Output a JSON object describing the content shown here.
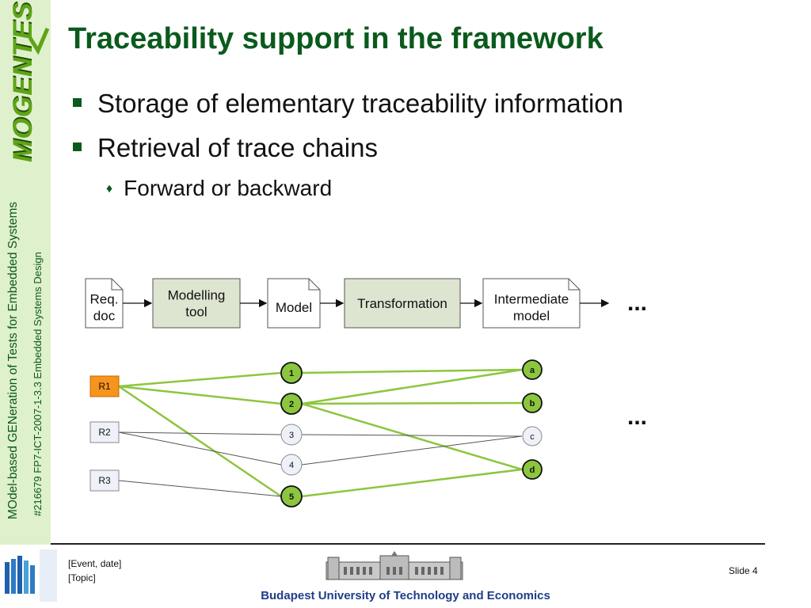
{
  "sidebar": {
    "logo_text": "MOGENTES",
    "project_name": "MOdel-based GENeration of Tests for Embedded Systems",
    "grant": "#216679 FP7-ICT-2007-1-3.3 Embedded Systems Design"
  },
  "slide": {
    "title": "Traceability support in the framework",
    "bullets": [
      "Storage of elementary traceability information",
      "Retrieval of trace chains"
    ],
    "subbullets": [
      "Forward or backward"
    ]
  },
  "pipeline": {
    "items": [
      {
        "label_lines": [
          "Req.",
          "doc"
        ],
        "kind": "document"
      },
      {
        "label_lines": [
          "Modelling",
          "tool"
        ],
        "kind": "tool"
      },
      {
        "label_lines": [
          "Model"
        ],
        "kind": "document"
      },
      {
        "label_lines": [
          "Transformation"
        ],
        "kind": "tool"
      },
      {
        "label_lines": [
          "Intermediate",
          "model"
        ],
        "kind": "document"
      }
    ],
    "continuation": "..."
  },
  "trace_graph": {
    "requirements": [
      {
        "label": "R1",
        "highlighted": true
      },
      {
        "label": "R2",
        "highlighted": false
      },
      {
        "label": "R3",
        "highlighted": false
      }
    ],
    "middle_nodes": [
      {
        "label": "1",
        "highlighted": true
      },
      {
        "label": "2",
        "highlighted": true
      },
      {
        "label": "3",
        "highlighted": false
      },
      {
        "label": "4",
        "highlighted": false
      },
      {
        "label": "5",
        "highlighted": true
      }
    ],
    "right_nodes": [
      {
        "label": "a",
        "highlighted": true
      },
      {
        "label": "b",
        "highlighted": true
      },
      {
        "label": "c",
        "highlighted": false
      },
      {
        "label": "d",
        "highlighted": true
      }
    ],
    "links": [
      {
        "from": "R1",
        "to": "1",
        "highlighted": true
      },
      {
        "from": "R1",
        "to": "2",
        "highlighted": true
      },
      {
        "from": "R1",
        "to": "5",
        "highlighted": true
      },
      {
        "from": "R2",
        "to": "3",
        "highlighted": false
      },
      {
        "from": "R2",
        "to": "4",
        "highlighted": false
      },
      {
        "from": "R3",
        "to": "5",
        "highlighted": false
      },
      {
        "from": "1",
        "to": "a",
        "highlighted": true
      },
      {
        "from": "2",
        "to": "a",
        "highlighted": true
      },
      {
        "from": "2",
        "to": "b",
        "highlighted": true
      },
      {
        "from": "2",
        "to": "d",
        "highlighted": true
      },
      {
        "from": "3",
        "to": "c",
        "highlighted": false
      },
      {
        "from": "4",
        "to": "c",
        "highlighted": false
      },
      {
        "from": "5",
        "to": "d",
        "highlighted": true
      }
    ],
    "continuation": "..."
  },
  "colors": {
    "title": "#0b5a1d",
    "highlight_link": "#8cc63f",
    "highlight_node": "#8cc63f",
    "requirement_highlight": "#f7941d",
    "plain_link": "#555555",
    "tool_fill": "#dde5d0",
    "university": "#1f3d8a"
  },
  "footer": {
    "event": "[Event, date]",
    "topic": "[Topic]",
    "slide": "Slide 4",
    "university": "Budapest University of Technology and Economics"
  }
}
